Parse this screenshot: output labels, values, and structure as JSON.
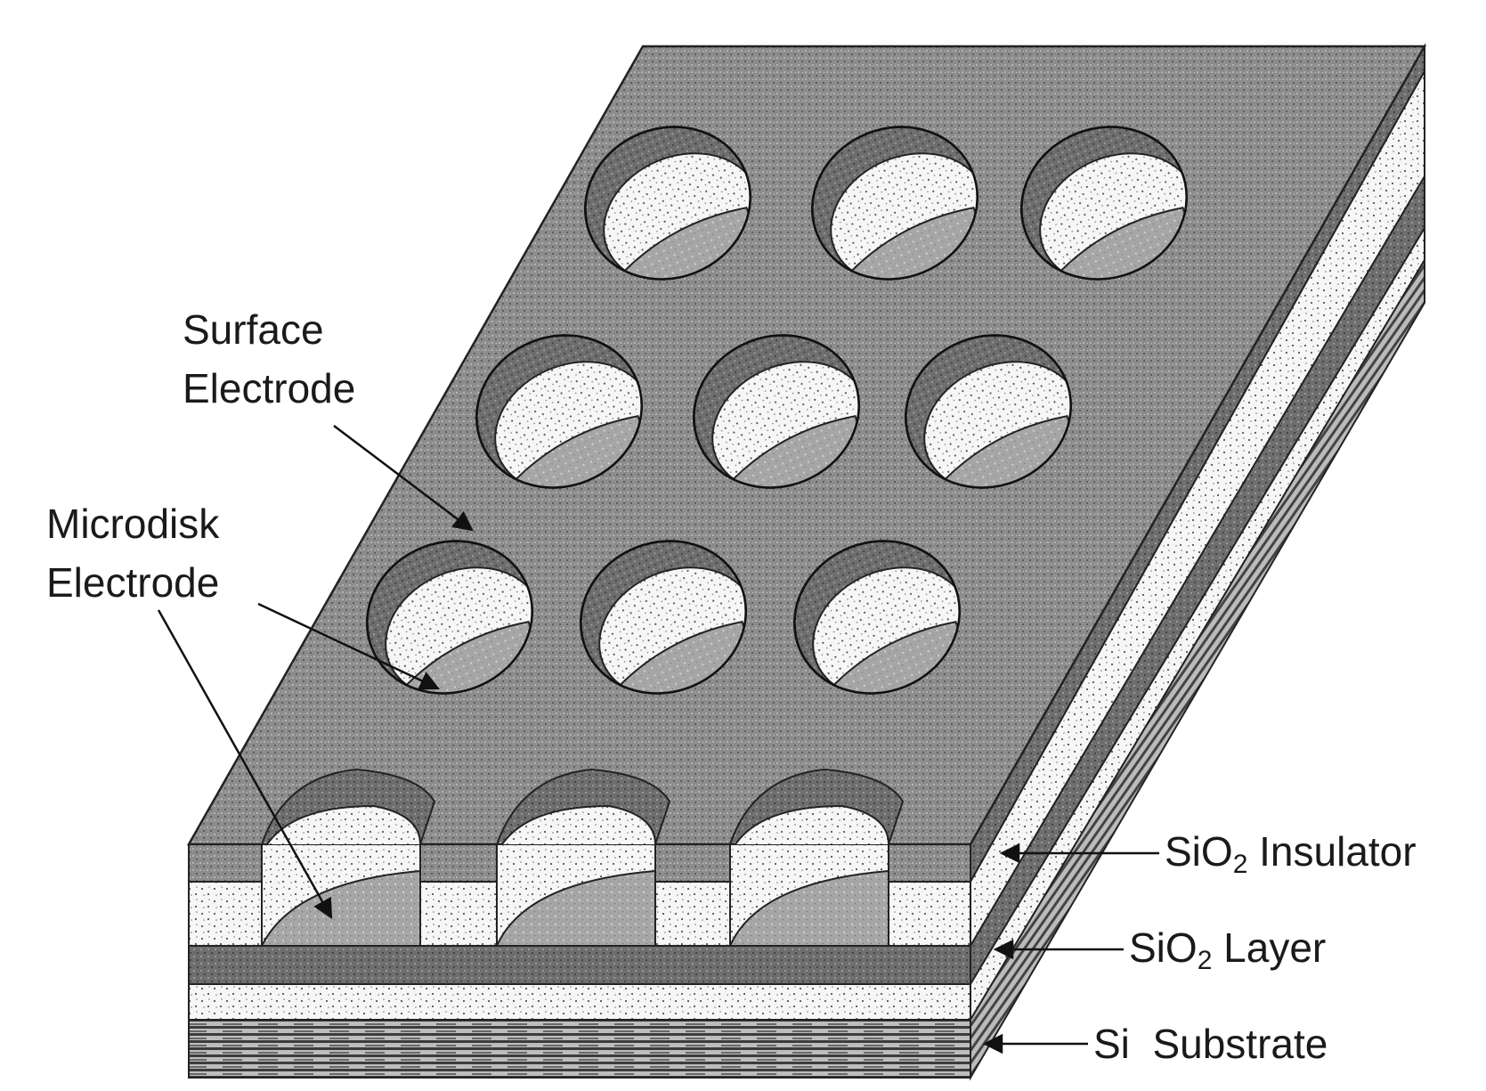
{
  "labels": {
    "surface_electrode": {
      "line1": "Surface",
      "line2": "Electrode"
    },
    "microdisk_electrode": {
      "line1": "Microdisk",
      "line2": "Electrode"
    },
    "sio2_insulator": {
      "prefix": "SiO",
      "sub": "2",
      "suffix": " Insulator"
    },
    "sio2_layer": {
      "prefix": "SiO",
      "sub": "2",
      "suffix": " Layer"
    },
    "si_substrate": {
      "text": "Si  Substrate"
    }
  }
}
